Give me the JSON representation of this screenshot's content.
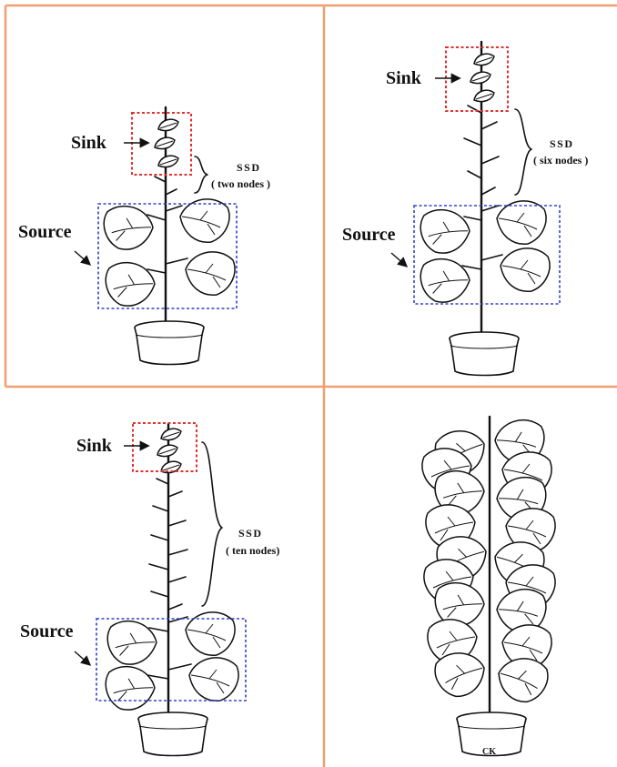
{
  "colors": {
    "frame": "#f0a070",
    "sink_box": "#e03030",
    "source_box": "#3040d0",
    "ink": "#111111"
  },
  "panels": [
    {
      "sink_label": "Sink",
      "source_label": "Source",
      "ssd_title": "SSD",
      "ssd_detail": "( two nodes )",
      "bare_nodes": 2
    },
    {
      "sink_label": "Sink",
      "source_label": "Source",
      "ssd_title": "SSD",
      "ssd_detail": "( six nodes )",
      "bare_nodes": 6
    },
    {
      "sink_label": "Sink",
      "source_label": "Source",
      "ssd_title": "SSD",
      "ssd_detail": "( ten nodes)",
      "bare_nodes": 10
    },
    {
      "caption": "CK"
    }
  ]
}
